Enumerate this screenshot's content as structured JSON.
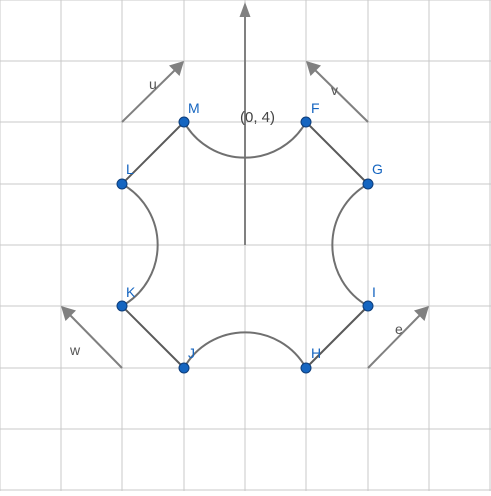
{
  "diagram": {
    "points": [
      {
        "id": "M",
        "label": "M"
      },
      {
        "id": "F",
        "label": "F"
      },
      {
        "id": "G",
        "label": "G"
      },
      {
        "id": "I",
        "label": "I"
      },
      {
        "id": "H",
        "label": "H"
      },
      {
        "id": "J",
        "label": "J"
      },
      {
        "id": "K",
        "label": "K"
      },
      {
        "id": "L",
        "label": "L"
      }
    ],
    "vectors": [
      {
        "id": "u",
        "label": "u"
      },
      {
        "id": "v",
        "label": "v"
      },
      {
        "id": "w",
        "label": "w"
      },
      {
        "id": "e",
        "label": "e"
      }
    ],
    "coordinate_label": "(0, 4)",
    "colors": {
      "point": "#1565c0",
      "grid": "#c8c8c8",
      "vector": "#808080"
    }
  }
}
